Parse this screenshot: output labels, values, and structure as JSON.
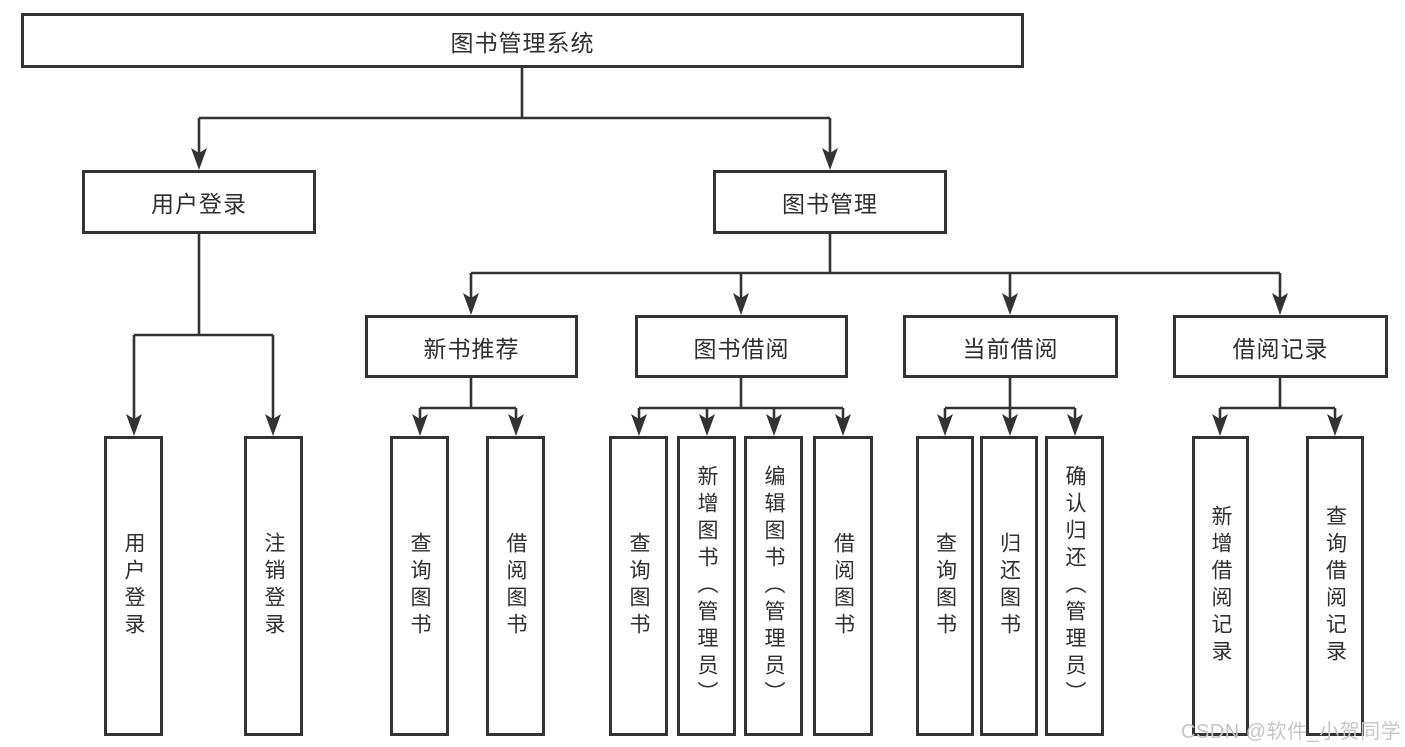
{
  "diagram": {
    "root": {
      "label": "图书管理系统"
    },
    "level2": [
      {
        "label": "用户登录"
      },
      {
        "label": "图书管理"
      }
    ],
    "level3": [
      {
        "label": "新书推荐"
      },
      {
        "label": "图书借阅"
      },
      {
        "label": "当前借阅"
      },
      {
        "label": "借阅记录"
      }
    ],
    "leaves": {
      "user_login": [
        {
          "label": "用户登录"
        },
        {
          "label": "注销登录"
        }
      ],
      "new_book_recommend": [
        {
          "label": "查询图书"
        },
        {
          "label": "借阅图书"
        }
      ],
      "book_borrow": [
        {
          "label": "查询图书"
        },
        {
          "label": "新增图书（管理员）"
        },
        {
          "label": "编辑图书（管理员）"
        },
        {
          "label": "借阅图书"
        }
      ],
      "current_borrow": [
        {
          "label": "查询图书"
        },
        {
          "label": "归还图书"
        },
        {
          "label": "确认归还（管理员）"
        }
      ],
      "borrow_record": [
        {
          "label": "新增借阅记录"
        },
        {
          "label": "查询借阅记录"
        }
      ]
    }
  },
  "watermark": {
    "text": "CSDN @软件_小贺同学"
  },
  "colors": {
    "line": "#333333",
    "text": "#2f2f2f",
    "box-bg": "#ffffff",
    "watermark": "#c6c6c6"
  }
}
